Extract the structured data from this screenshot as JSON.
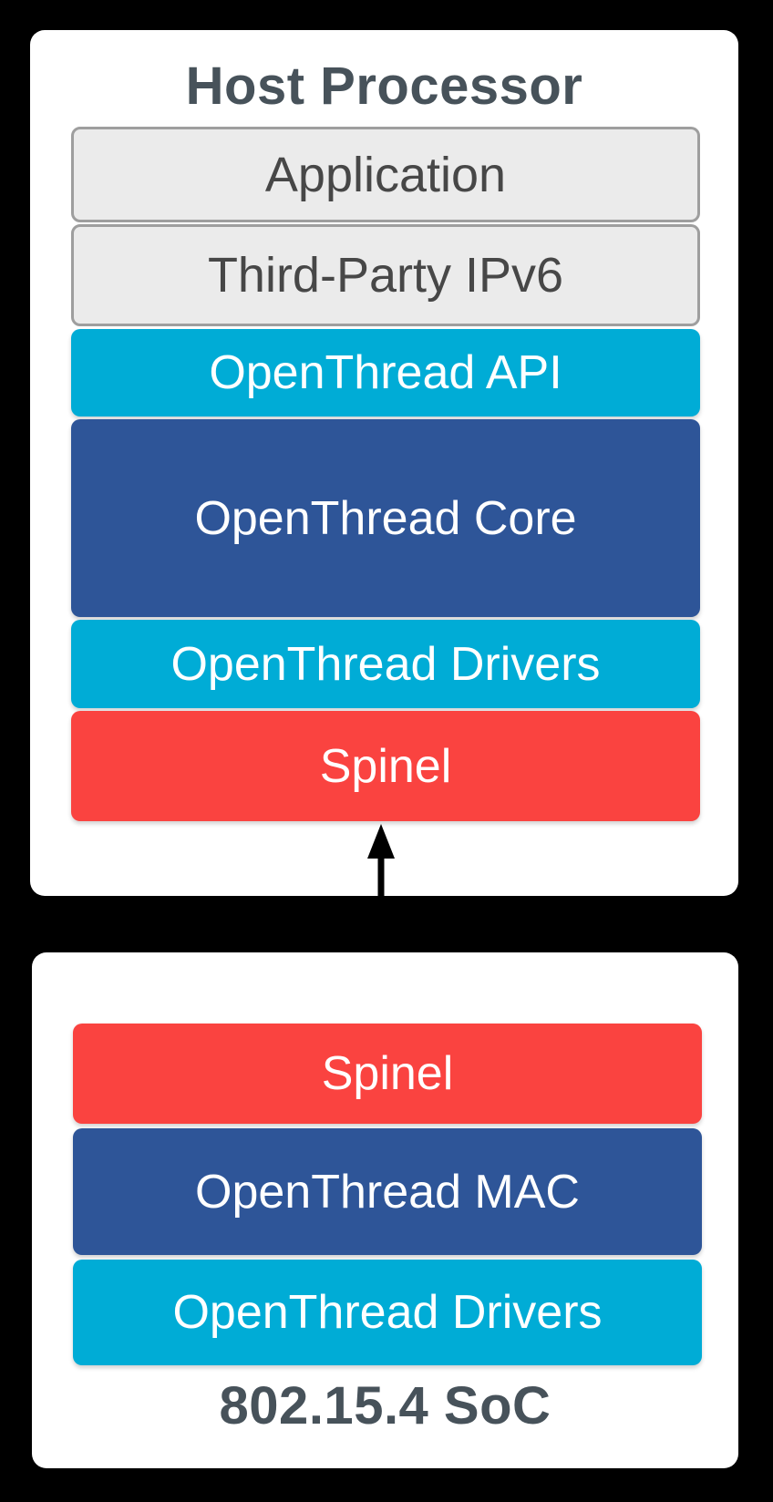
{
  "colors": {
    "background": "#000000",
    "panel": "#FFFFFF",
    "cyan": "#00ACD6",
    "dark_blue": "#2E5598",
    "red": "#FA4340",
    "gray_fill": "#EBEBEB",
    "gray_border": "#9E9E9E",
    "heading_text": "#47525A",
    "gray_label_text": "#474747",
    "colored_label_text": "#FFFFFF",
    "arrow": "#000000"
  },
  "host": {
    "title": "Host Processor",
    "layers": [
      {
        "label": "Application",
        "style": "gray"
      },
      {
        "label": "Third-Party IPv6",
        "style": "gray"
      },
      {
        "label": "OpenThread API",
        "style": "cyan"
      },
      {
        "label": "OpenThread Core",
        "style": "dark_blue"
      },
      {
        "label": "OpenThread Drivers",
        "style": "cyan"
      },
      {
        "label": "Spinel",
        "style": "red"
      }
    ]
  },
  "connector": {
    "type": "double-headed-vertical-arrow"
  },
  "soc": {
    "caption": "802.15.4 SoC",
    "layers": [
      {
        "label": "Spinel",
        "style": "red"
      },
      {
        "label": "OpenThread MAC",
        "style": "dark_blue"
      },
      {
        "label": "OpenThread Drivers",
        "style": "cyan"
      }
    ]
  }
}
